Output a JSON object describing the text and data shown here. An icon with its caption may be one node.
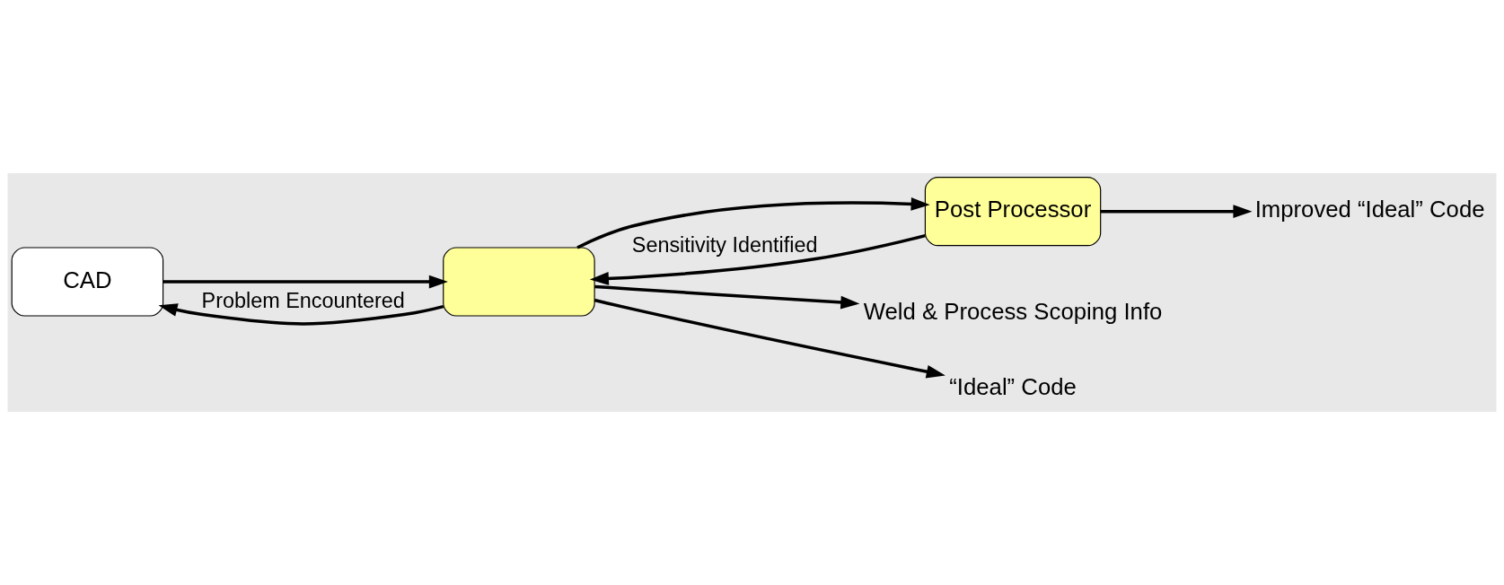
{
  "diagram": {
    "nodes": [
      {
        "text": [
          "CAD"
        ]
      },
      {
        "text": [],
        "shape": "box"
      },
      {
        "text": [
          "Post Processor"
        ]
      },
      {
        "text": [
          "Weld & Process Scoping Info"
        ]
      },
      {
        "text": [
          "“Ideal” Code"
        ]
      },
      {
        "text": [
          "Improved “Ideal” Code"
        ]
      }
    ],
    "edges": [
      {
        "from": 0,
        "to": 1,
        "arrow": "to"
      },
      {
        "from": 1,
        "to": 0,
        "arrow": "to",
        "label": "Problem Encountered"
      },
      {
        "from": 1,
        "to": 3,
        "arrow": "to"
      },
      {
        "from": 1,
        "to": 4,
        "arrow": "to"
      },
      {
        "from": 1,
        "to": 2,
        "arrow": "to"
      },
      {
        "from": 2,
        "to": 5,
        "arrow": "to"
      },
      {
        "from": 2,
        "to": 1,
        "arrow": "to",
        "label": "Sensitivity Identified"
      }
    ]
  }
}
